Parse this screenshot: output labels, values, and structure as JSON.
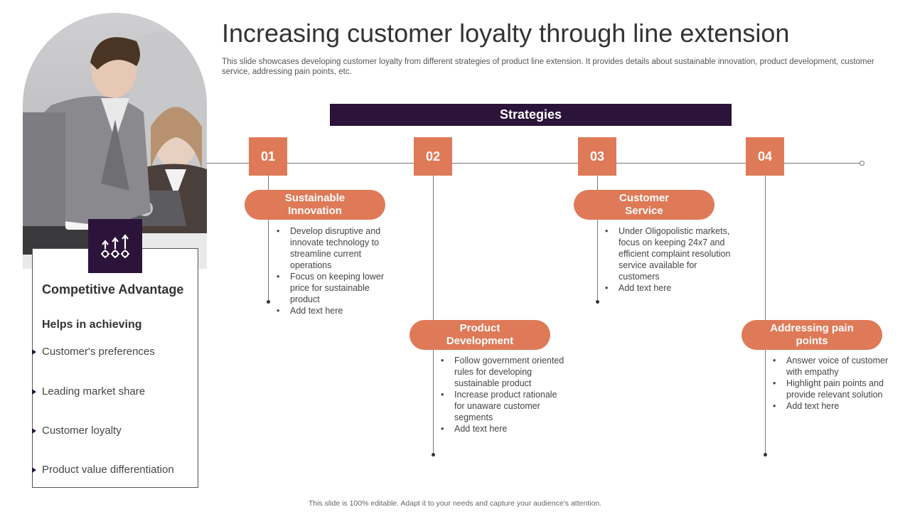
{
  "slide": {
    "title": "Increasing customer loyalty through line extension",
    "description": "This slide showcases developing customer loyalty from different strategies of product line extension. It provides details about sustainable innovation, product development, customer service, addressing pain points, etc.",
    "footer": "This slide is 100% editable. Adapt it to your needs and capture your audience's attention."
  },
  "advantage": {
    "icon": "growth-arrows-gears-icon",
    "title": "Competitive Advantage",
    "subtitle": "Helps in achieving",
    "items": [
      "Customer's preferences",
      "Leading market share",
      "Customer loyalty",
      "Product value differentiation"
    ]
  },
  "strategies": {
    "label": "Strategies",
    "steps": [
      {
        "number": "01",
        "title": "Sustainable Innovation",
        "bullets": [
          "Develop disruptive and innovate technology to streamline current operations",
          "Focus on keeping lower price for sustainable product",
          "Add text here"
        ]
      },
      {
        "number": "02",
        "title": "Product Development",
        "bullets": [
          "Follow government oriented rules for developing sustainable product",
          "Increase product rationale for unaware customer segments",
          "Add text here"
        ]
      },
      {
        "number": "03",
        "title": "Customer Service",
        "bullets": [
          "Under Oligopolistic markets, focus on keeping 24x7 and efficient complaint resolution service available for customers",
          "Add text here"
        ]
      },
      {
        "number": "04",
        "title": "Addressing pain points",
        "bullets": [
          "Answer voice of customer with empathy",
          "Highlight pain points and provide relevant solution",
          "Add text here"
        ]
      }
    ]
  },
  "colors": {
    "accent": "#de7a58",
    "dark": "#2b1339"
  }
}
